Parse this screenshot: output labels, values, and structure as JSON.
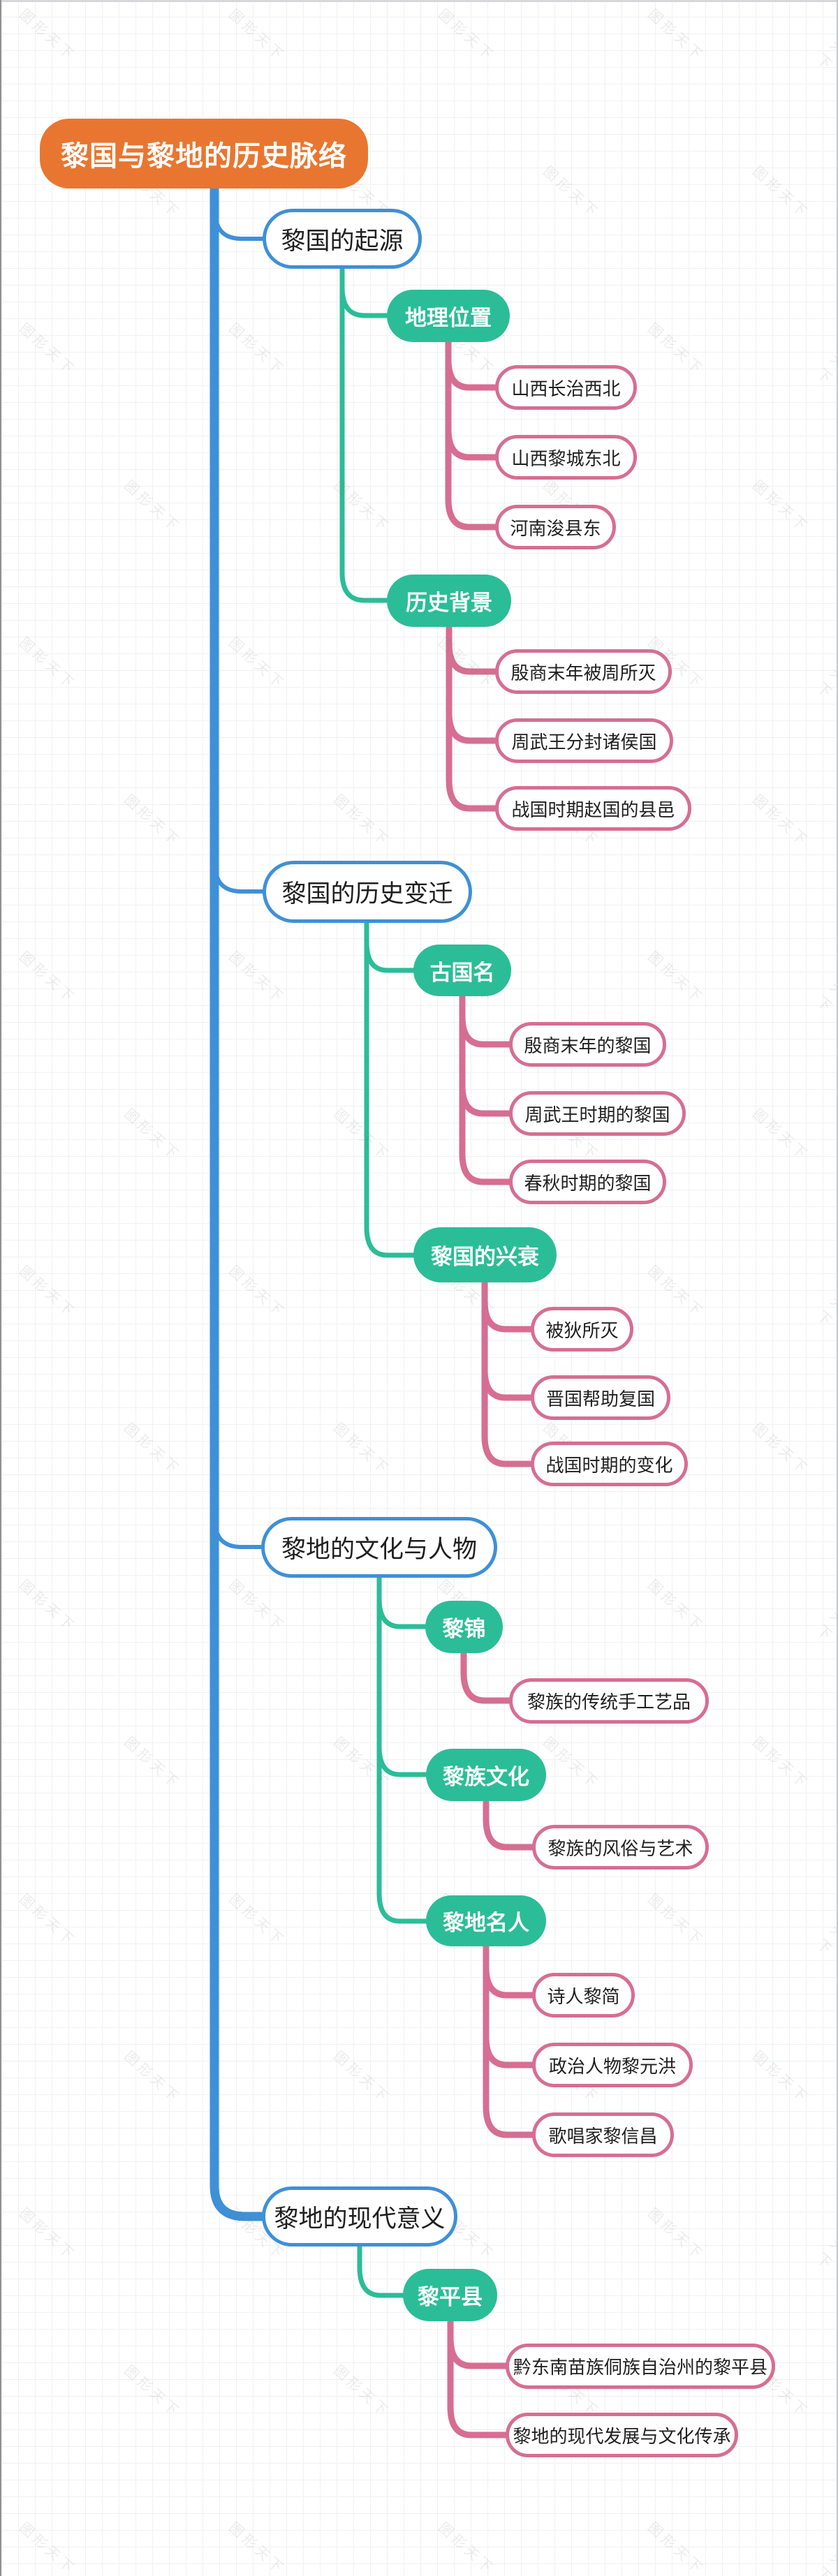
{
  "watermark": {
    "text": "图形天下"
  },
  "root": {
    "label": "黎国与黎地的历史脉络"
  },
  "branches": [
    {
      "label": "黎国的起源",
      "children": [
        {
          "label": "地理位置",
          "children": [
            {
              "label": "山西长治西北"
            },
            {
              "label": "山西黎城东北"
            },
            {
              "label": "河南浚县东"
            }
          ]
        },
        {
          "label": "历史背景",
          "children": [
            {
              "label": "殷商末年被周所灭"
            },
            {
              "label": "周武王分封诸侯国"
            },
            {
              "label": "战国时期赵国的县邑"
            }
          ]
        }
      ]
    },
    {
      "label": "黎国的历史变迁",
      "children": [
        {
          "label": "古国名",
          "children": [
            {
              "label": "殷商末年的黎国"
            },
            {
              "label": "周武王时期的黎国"
            },
            {
              "label": "春秋时期的黎国"
            }
          ]
        },
        {
          "label": "黎国的兴衰",
          "children": [
            {
              "label": "被狄所灭"
            },
            {
              "label": "晋国帮助复国"
            },
            {
              "label": "战国时期的变化"
            }
          ]
        }
      ]
    },
    {
      "label": "黎地的文化与人物",
      "children": [
        {
          "label": "黎锦",
          "children": [
            {
              "label": "黎族的传统手工艺品"
            }
          ]
        },
        {
          "label": "黎族文化",
          "children": [
            {
              "label": "黎族的风俗与艺术"
            }
          ]
        },
        {
          "label": "黎地名人",
          "children": [
            {
              "label": "诗人黎简"
            },
            {
              "label": "政治人物黎元洪"
            },
            {
              "label": "歌唱家黎信昌"
            }
          ]
        }
      ]
    },
    {
      "label": "黎地的现代意义",
      "children": [
        {
          "label": "黎平县",
          "children": [
            {
              "label": "黔东南苗族侗族自治州的黎平县"
            },
            {
              "label": "黎地的现代发展与文化传承"
            }
          ]
        }
      ]
    }
  ],
  "colors": {
    "root_fill": "#E97630",
    "trunk_line": "#3E90D8",
    "branch_border": "#3E90D8",
    "sub_fill": "#2BBD97",
    "sub_line": "#2BBD97",
    "leaf_border": "#D66E92",
    "leaf_line": "#D66E92",
    "grid_line": "#eff1f3"
  }
}
